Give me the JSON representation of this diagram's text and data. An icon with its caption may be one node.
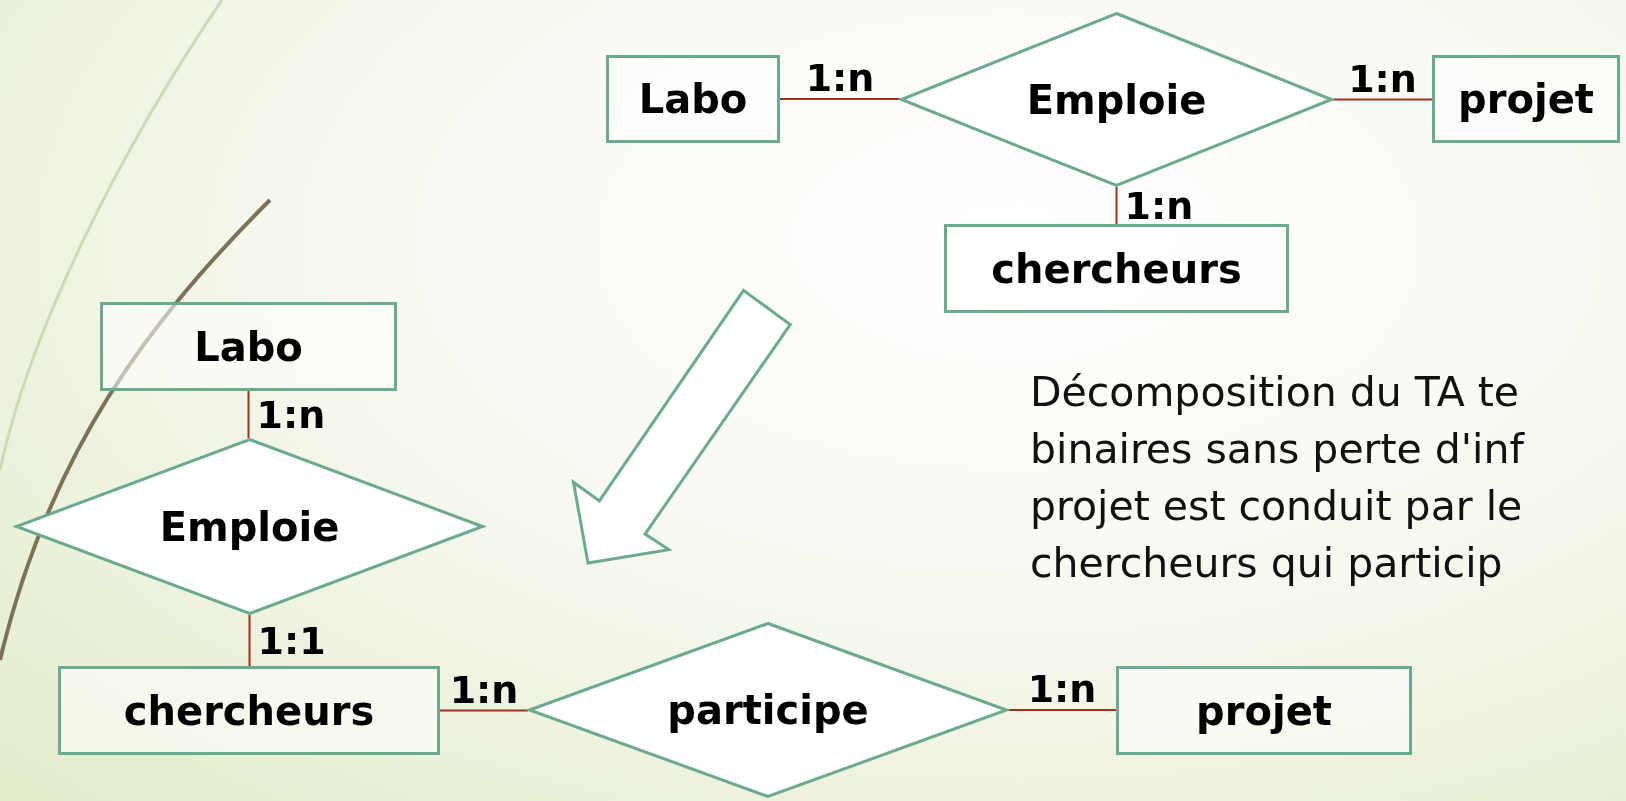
{
  "diagram": {
    "nodes": [
      {
        "text": [
          "Labo"
        ]
      },
      {
        "text": [
          "Emploie"
        ]
      },
      {
        "text": [
          "projet"
        ]
      },
      {
        "text": [
          "chercheurs"
        ]
      },
      {
        "text": [
          "Labo"
        ]
      },
      {
        "text": [
          "Emploie"
        ]
      },
      {
        "text": [
          "chercheurs"
        ]
      },
      {
        "text": [
          "participe"
        ]
      },
      {
        "text": [
          "projet"
        ]
      }
    ],
    "edges": [
      {
        "from": 0,
        "to": 1,
        "arrow": "none",
        "label": "1:n"
      },
      {
        "from": 1,
        "to": 2,
        "arrow": "none",
        "label": "1:n"
      },
      {
        "from": 1,
        "to": 3,
        "arrow": "none",
        "label": "1:n"
      },
      {
        "from": 4,
        "to": 5,
        "arrow": "none",
        "label": "1:n"
      },
      {
        "from": 5,
        "to": 6,
        "arrow": "none",
        "label": "1:1"
      },
      {
        "from": 6,
        "to": 7,
        "arrow": "none",
        "label": "1:n"
      },
      {
        "from": 7,
        "to": 8,
        "arrow": "none",
        "label": "1:n"
      }
    ],
    "labels": [
      "Décomposition du TA te",
      "binaires sans perte d'inf",
      "projet est conduit par le",
      "chercheurs qui particip"
    ]
  }
}
